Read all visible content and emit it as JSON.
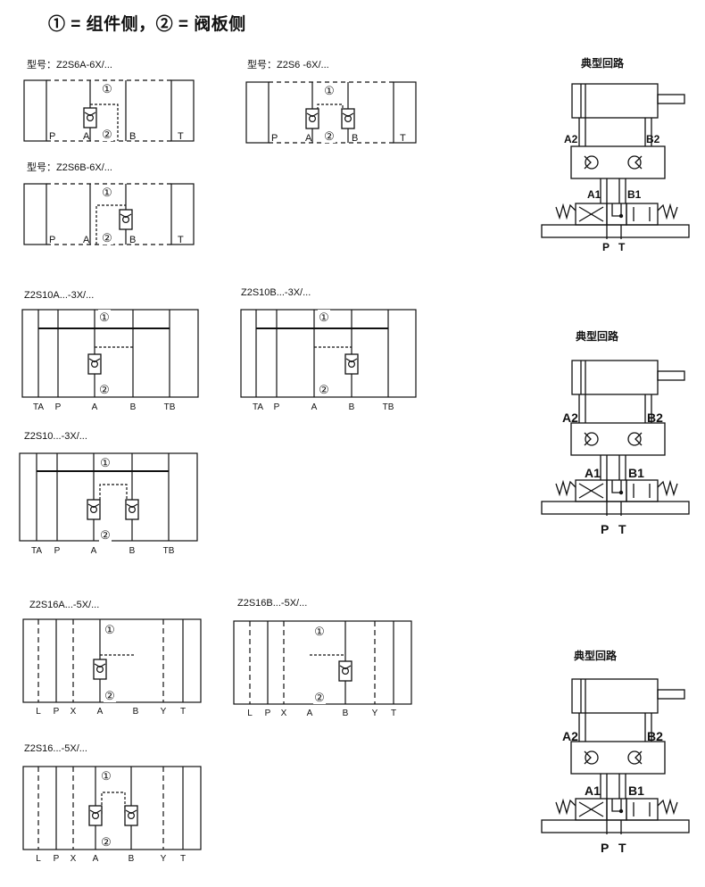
{
  "header": {
    "title": "① = 组件侧，② = 阀板侧"
  },
  "models": {
    "m1": "型号：Z2S6A-6X/...",
    "m2": "型号：Z2S6 -6X/...",
    "m3": "型号：Z2S6B-6X/...",
    "m4": "Z2S10A...-3X/...",
    "m5": "Z2S10B...-3X/...",
    "m6": "Z2S10...-3X/...",
    "m7": "Z2S16A...-5X/...",
    "m8": "Z2S16B...-5X/...",
    "m9": "Z2S16...-5X/..."
  },
  "symbols": {
    "side1": "①",
    "side2": "②"
  },
  "ports": {
    "P": "P",
    "A": "A",
    "B": "B",
    "T": "T",
    "TA": "TA",
    "TB": "TB",
    "L": "L",
    "X": "X",
    "Y": "Y",
    "A1": "A1",
    "B1": "B1",
    "A2": "A2",
    "B2": "B2"
  },
  "circuit": {
    "title": "典型回路"
  }
}
